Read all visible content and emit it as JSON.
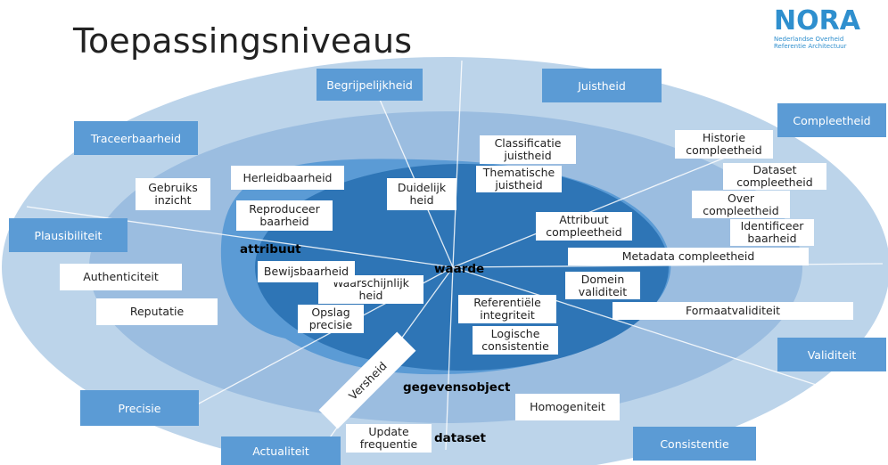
{
  "title": "Toepassingsniveaus",
  "logo": {
    "name": "NORA",
    "line1": "Nederlandse Overheid",
    "line2": "Referentie Architectuur"
  },
  "colors": {
    "ring_outer": "#bcd4ea",
    "ring_mid": "#9bbde0",
    "ring_inner": "#5b9bd5",
    "core": "#2e75b6",
    "dimension_box": "#5b9bd5",
    "line": "#ffffff"
  },
  "levels": {
    "waarde": "waarde",
    "attribuut": "attribuut",
    "gegevensobject": "gegevensobject",
    "dataset": "dataset"
  },
  "dimensions": {
    "begrijpelijkheid": "Begrijpelijkheid",
    "juistheid": "Juistheid",
    "compleetheid": "Compleetheid",
    "traceerbaarheid": "Traceerbaarheid",
    "plausibiliteit": "Plausibiliteit",
    "validiteit": "Validiteit",
    "precisie": "Precisie",
    "consistentie": "Consistentie",
    "actualiteit": "Actualiteit"
  },
  "aspects": {
    "classificatie_juistheid": "Classificatie\njuistheid",
    "thematische_juistheid": "Thematische\njuistheid",
    "historie_compleetheid": "Historie\ncompleetheid",
    "dataset_compleetheid": "Dataset\ncompleetheid",
    "over_compleetheid": "Over\ncompleetheid",
    "identificeer_baarheid": "Identificeer\nbaarheid",
    "attribuut_compleetheid": "Attribuut\ncompleetheid",
    "metadata_compleetheid": "Metadata compleetheid",
    "domein_validiteit": "Domein\nvaliditeit",
    "formaatvaliditeit": "Formaatvaliditeit",
    "referentiele_integriteit": "Referentiële\nintegriteit",
    "logische_consistentie": "Logische\nconsistentie",
    "homogeniteit": "Homogeniteit",
    "update_frequentie": "Update\nfrequentie",
    "versheid": "Versheid",
    "opslag_precisie": "Opslag\nprecisie",
    "waarschijnlijkheid": "Waarschijnlijk\nheid",
    "bewijsbaarheid": "Bewijsbaarheid",
    "reputatie": "Reputatie",
    "authenticiteit": "Authenticiteit",
    "gebruiks_inzicht": "Gebruiks\ninzicht",
    "herleidbaarheid": "Herleidbaarheid",
    "reproduceer_baarheid": "Reproduceer\nbaarheid",
    "duidelijkheid": "Duidelijk\nheid"
  }
}
